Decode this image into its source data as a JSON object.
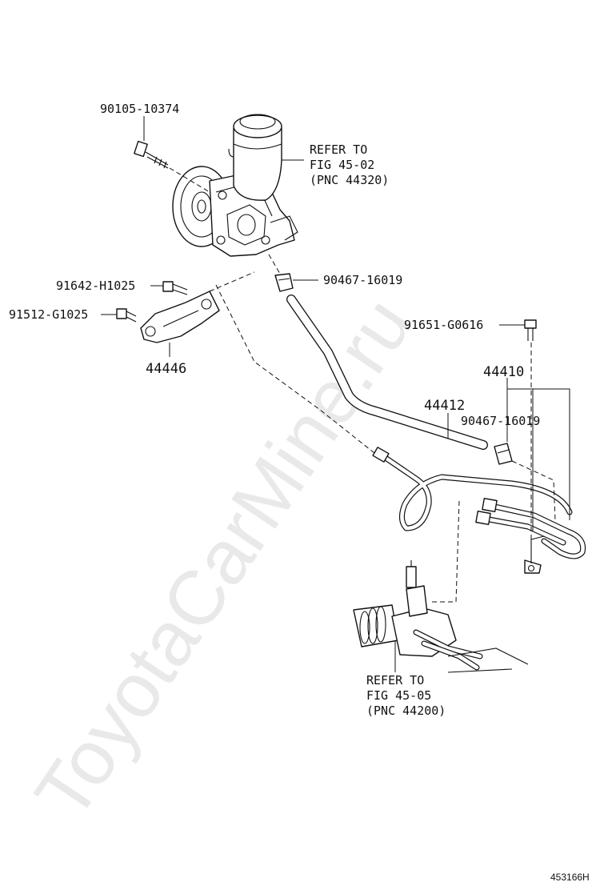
{
  "watermark": "ToyotaCarMine.ru",
  "diagram_code": "453166H",
  "parts": {
    "bolt_top": "90105-10374",
    "bolt_bracket_1": "91642-H1025",
    "bolt_bracket_2": "91512-G1025",
    "bracket": "44446",
    "clamp_upper": "90467-16019",
    "bolt_right": "91651-G0616",
    "tube_assembly": "44410",
    "return_hose": "44412",
    "clamp_lower": "90467-16019"
  },
  "references": {
    "pump": [
      "REFER TO",
      "FIG 45-02",
      "(PNC 44320)"
    ],
    "gear": [
      "REFER TO",
      "FIG 45-05",
      "(PNC 44200)"
    ]
  }
}
